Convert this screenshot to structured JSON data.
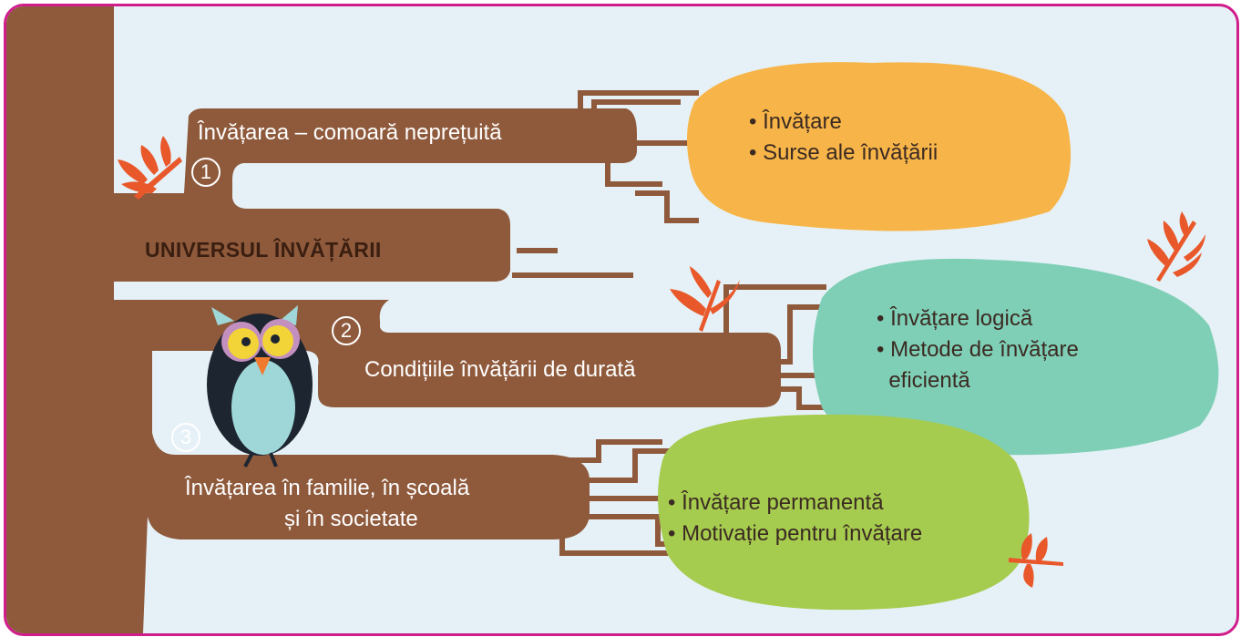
{
  "title": "UNIVERSUL ÎNVĂȚĂRII",
  "colors": {
    "frame": "#d11d8b",
    "background": "#e6f1f7",
    "bark": "#8f5a3c",
    "orange_blob": "#f7b549",
    "teal_blob": "#7fcfb6",
    "green_blob": "#a6cc4f",
    "leaf": "#e8582a"
  },
  "branches": [
    {
      "number": "1",
      "label": "Învățarea – comoară neprețuită",
      "items": [
        "• Învățare",
        "• Surse ale învățării"
      ]
    },
    {
      "number": "2",
      "label": "Condițiile învățării de durată",
      "items": [
        "• Învățare logică",
        "• Metode de învățare",
        "  eficientă"
      ]
    },
    {
      "number": "3",
      "label_lines": [
        "Învățarea în familie, în școală",
        "și în societate"
      ],
      "items": [
        "• Învățare permanentă",
        "• Motivație pentru învățare"
      ]
    }
  ],
  "icons": [
    "owl-icon",
    "leaf-icon"
  ]
}
